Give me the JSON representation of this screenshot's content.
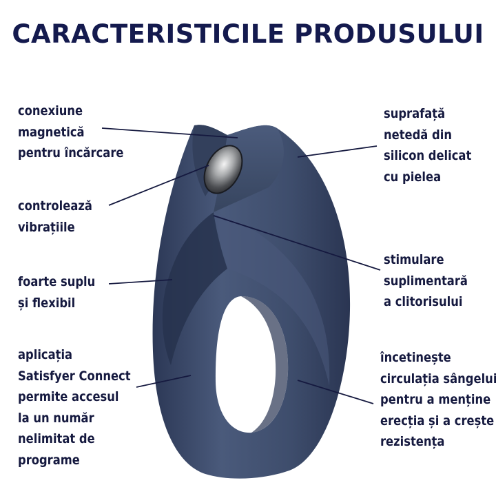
{
  "title": "CARACTERISTICILE PRODUSULUI",
  "colors": {
    "title": "#141a4e",
    "text": "#15193f",
    "product_body": "#3e4d6c",
    "product_shadow": "#27324d",
    "lines": "#15193f"
  },
  "features_left": [
    {
      "lines": [
        "conexiune",
        "magnetică",
        "pentru încărcare"
      ]
    },
    {
      "lines": [
        "controlează",
        "vibrațiile"
      ]
    },
    {
      "lines": [
        "foarte suplu",
        "și flexibil"
      ]
    },
    {
      "lines": [
        "aplicația",
        "Satisfyer Connect",
        "permite accesul",
        "la un număr",
        "nelimitat de",
        "programe"
      ]
    }
  ],
  "features_right": [
    {
      "lines": [
        "suprafață",
        "netedă din",
        "silicon delicat",
        "cu pielea"
      ]
    },
    {
      "lines": [
        "stimulare",
        "suplimentară",
        "a clitorisului"
      ]
    },
    {
      "lines": [
        "încetinește",
        "circulația sângelui",
        "pentru a menține",
        "erecția și a crește",
        "rezistența"
      ]
    }
  ]
}
